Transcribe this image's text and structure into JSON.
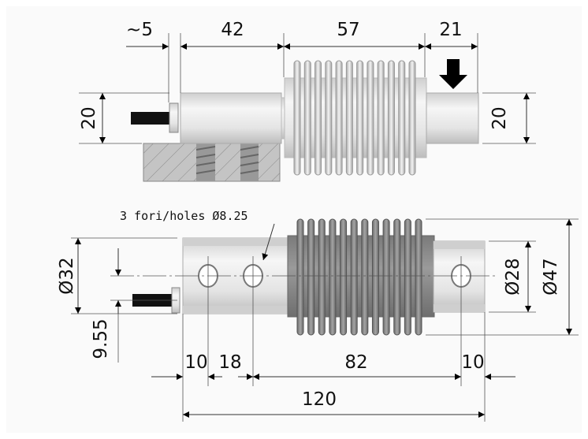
{
  "top_view": {
    "dims": {
      "cable_length": "~5",
      "block_length": "42",
      "bellows_length": "57",
      "load_end_length": "21",
      "left_height": "20",
      "right_height": "20"
    },
    "load_arrow_icon": "down-arrow-icon"
  },
  "bottom_view": {
    "holes_label": "3 fori/holes Ø8.25",
    "dims": {
      "block_diameter": "Ø32",
      "hole_offset": "9.55",
      "end_diameter": "Ø28",
      "bellows_diameter": "Ø47",
      "edge_to_hole_1": "10",
      "hole_spacing": "18",
      "hole_to_hole": "82",
      "edge_to_hole_3": "10",
      "total_length": "120"
    }
  },
  "colors": {
    "metal_light": "#e6e6e6",
    "metal_dark": "#8c8c8c",
    "cable": "#111111"
  }
}
